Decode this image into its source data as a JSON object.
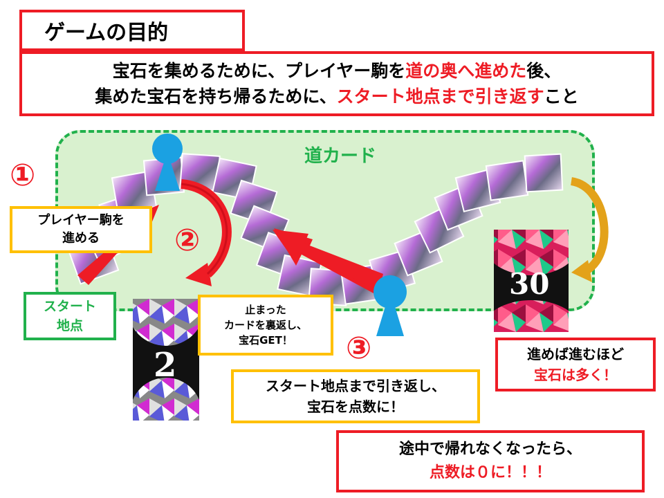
{
  "title": "ゲームの目的",
  "goal": {
    "line1_a": "宝石を集めるために、プレイヤー駒を",
    "line1_b": "道の奥へ進めた",
    "line1_c": "後、",
    "line2_a": "集めた宝石を持ち帰るために、",
    "line2_b": "スタート地点まで引き返す",
    "line2_c": "こと"
  },
  "road_label": "道カード",
  "steps": {
    "n1": "①",
    "n2": "②",
    "n3": "③"
  },
  "step1": {
    "line1": "プレイヤー駒を",
    "line2": "進める"
  },
  "start": {
    "line1": "スタート",
    "line2": "地点"
  },
  "step2": {
    "line1": "止まった",
    "line2": "カードを裏返し、",
    "line3": "宝石GET！"
  },
  "step3": {
    "line1": "スタート地点まで引き返し、",
    "line2": "宝石を点数に！"
  },
  "more": {
    "line1": "進めば進むほど",
    "line2": "宝石は多く！"
  },
  "zero": {
    "line1": "途中で帰れなくなったら、",
    "line2": "点数は０に！！！"
  },
  "gem_cards": {
    "small_value": "2",
    "large_value": "30"
  },
  "colors": {
    "red": "#ee1c25",
    "orange": "#ffc000",
    "green": "#21b14c",
    "blue_piece": "#1ba1e2",
    "zone_fill": "#d9f1cf"
  }
}
